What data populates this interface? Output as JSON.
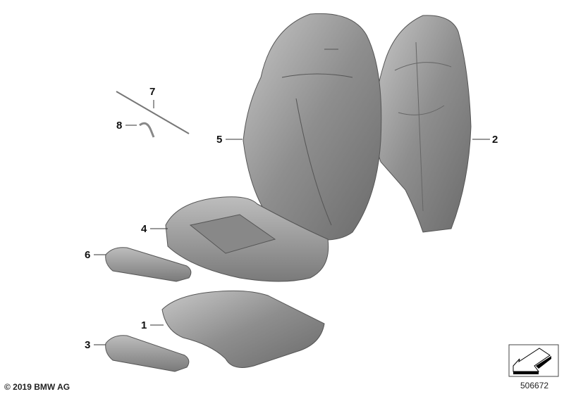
{
  "diagram_id": "506672",
  "copyright": "© 2019 BMW AG",
  "parts": [
    {
      "number": "1",
      "part": "seat-base-foam"
    },
    {
      "number": "2",
      "part": "backrest-foam"
    },
    {
      "number": "3",
      "part": "thigh-support-pad-lower"
    },
    {
      "number": "4",
      "part": "seat-cushion-cover"
    },
    {
      "number": "5",
      "part": "backrest-cover"
    },
    {
      "number": "6",
      "part": "thigh-support-pad"
    },
    {
      "number": "7",
      "part": "cable"
    },
    {
      "number": "8",
      "part": "clip"
    }
  ],
  "colors": {
    "part_fill": "#9a9a9a",
    "part_dark": "#6f6f6f",
    "part_light": "#c4c4c4",
    "line": "#333333"
  }
}
